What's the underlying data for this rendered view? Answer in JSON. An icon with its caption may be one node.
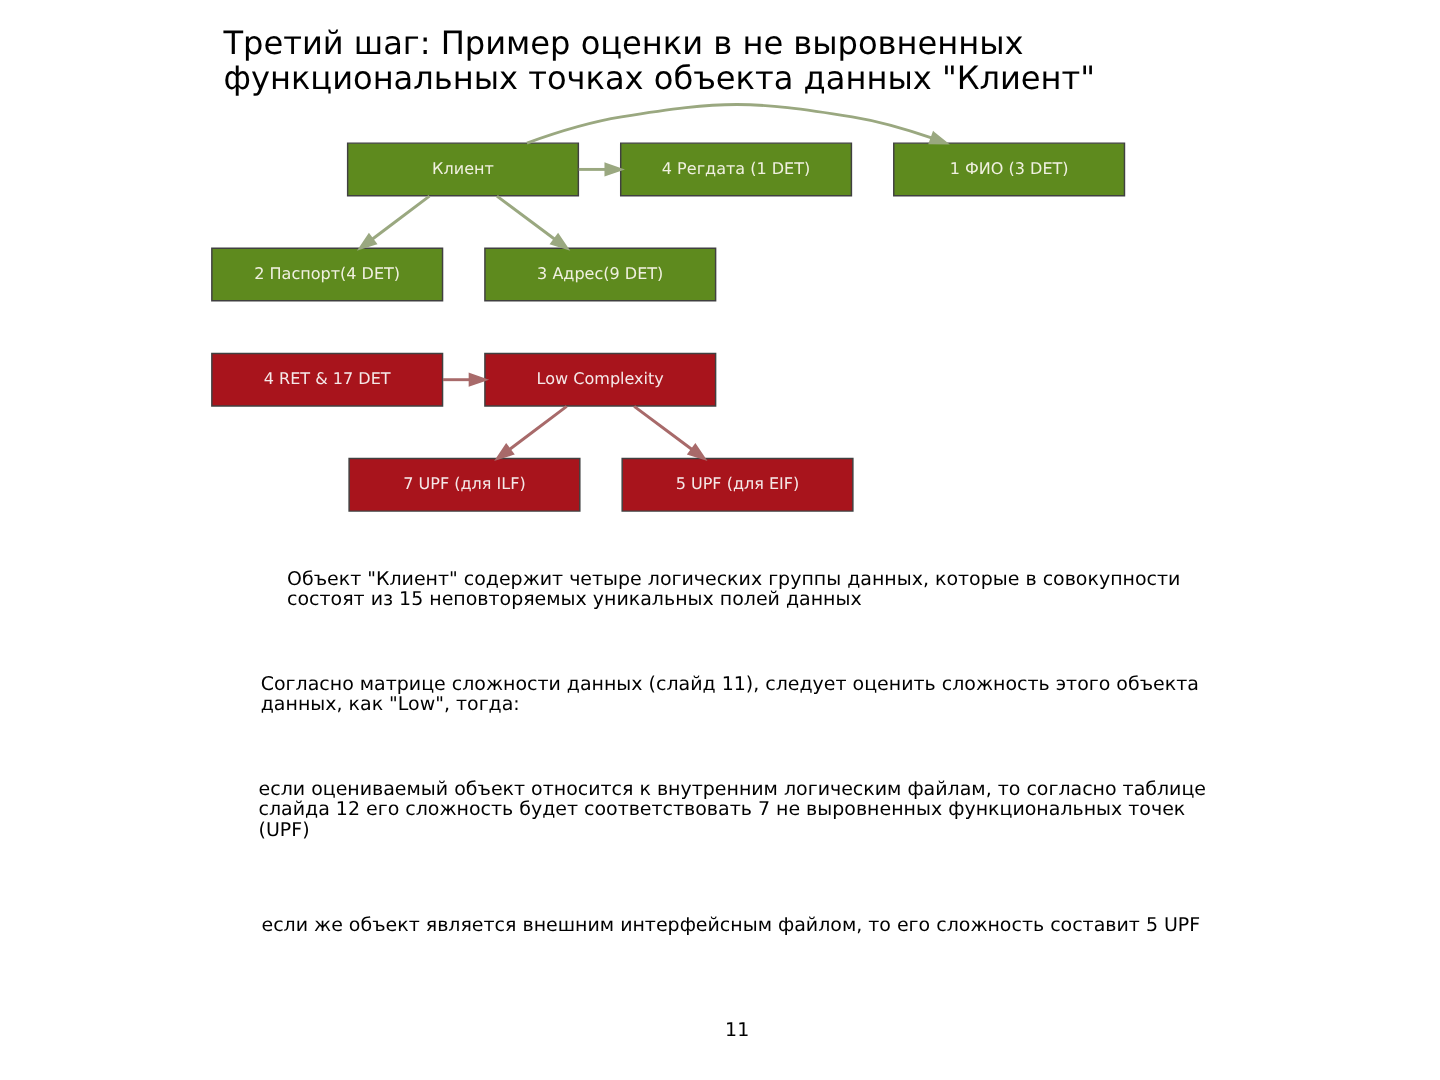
{
  "diagram": {
    "title": "Третий шаг: Пример оценки в не выровненных функциональных точках объекта данных \"Клиент\"",
    "nodes": [
      {
        "text": [
          "Клиент"
        ]
      },
      {
        "text": [
          "1 ФИО (3 DET)"
        ]
      },
      {
        "text": [
          "2 Паспорт(4 DET)"
        ]
      },
      {
        "text": [
          "3 Адрес(9 DET)"
        ]
      },
      {
        "text": [
          "4 Регдата (1 DET)"
        ]
      },
      {
        "text": [
          "4 RET & 17 DET"
        ]
      },
      {
        "text": [
          "Low Complexity"
        ]
      },
      {
        "text": [
          "7 UPF (для ILF)"
        ]
      },
      {
        "text": [
          "5 UPF (для EIF)"
        ]
      }
    ],
    "edges": [
      {
        "from": 0,
        "to": 1,
        "arrow": "to"
      },
      {
        "from": 0,
        "to": 2,
        "arrow": "to"
      },
      {
        "from": 0,
        "to": 3,
        "arrow": "to"
      },
      {
        "from": 0,
        "to": 4,
        "arrow": "to"
      },
      {
        "from": 5,
        "to": 6,
        "arrow": "to",
        "color": "#a86a6a"
      },
      {
        "from": 6,
        "to": 7,
        "arrow": "to",
        "color": "#a86a6a"
      },
      {
        "from": 6,
        "to": 8,
        "arrow": "to",
        "color": "#a86a6a"
      }
    ],
    "labels": [
      "Объект \"Клиент\" содержит четыре логических группы данных, которые в совокупности состоят из 15 неповторяемых уникальных полей данных",
      "Согласно матрице сложности данных (слайд 11), следует оценить сложность этого объекта данных, как \"Low\", тогда:",
      "если оцениваемый объект относится к внутренним логическим файлам, то согласно таблице слайда 12 его сложность будет соответствовать 7 не выровненных функциональных точек (UPF)",
      "если же объект является внешним интерфейсным файлом, то его сложность составит 5 UPF",
      "11"
    ]
  }
}
